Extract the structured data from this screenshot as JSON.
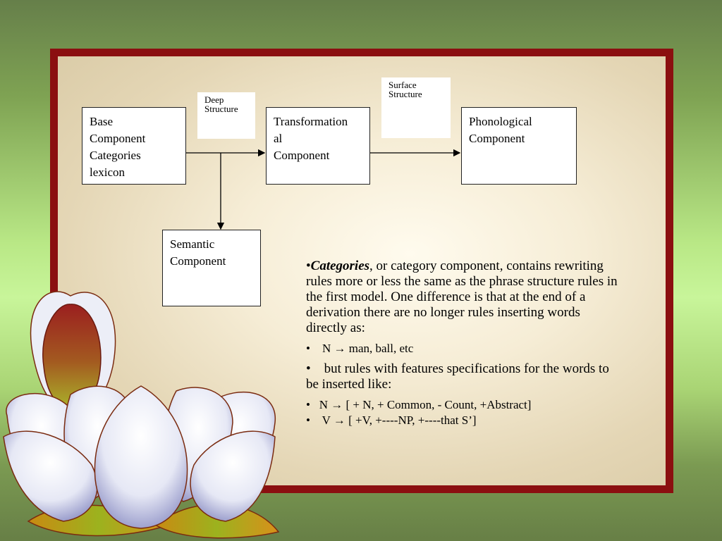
{
  "diagram": {
    "boxes": {
      "base": "Base\nComponent\nCategories\nlexicon",
      "transformational": "Transformation\nal\nComponent",
      "phonological": "Phonological\nComponent",
      "semantic": "Semantic\nComponent"
    },
    "labels": {
      "deep": "Deep\nStructure",
      "surface": "Surface\nStructure"
    }
  },
  "text": {
    "term": "Categories",
    "intro": ", or category component, contains rewriting rules more or less the same as the phrase structure rules in the first model. One difference is that at the end of a derivation there are no longer rules inserting words directly as:",
    "bullet_glyph": "•",
    "intro_bullet": "•",
    "rule1": "N → man, ball, etc",
    "rule2": "but rules with features specifications for the words to be inserted like:",
    "rule3": "N → [ + N, + Common, - Count, +Abstract]",
    "rule4": "V → [ +V, +----NP, +----that S’]"
  },
  "colors": {
    "frame": "#8b0f10",
    "panel": "#f6edd6",
    "background": "#b9e886"
  }
}
